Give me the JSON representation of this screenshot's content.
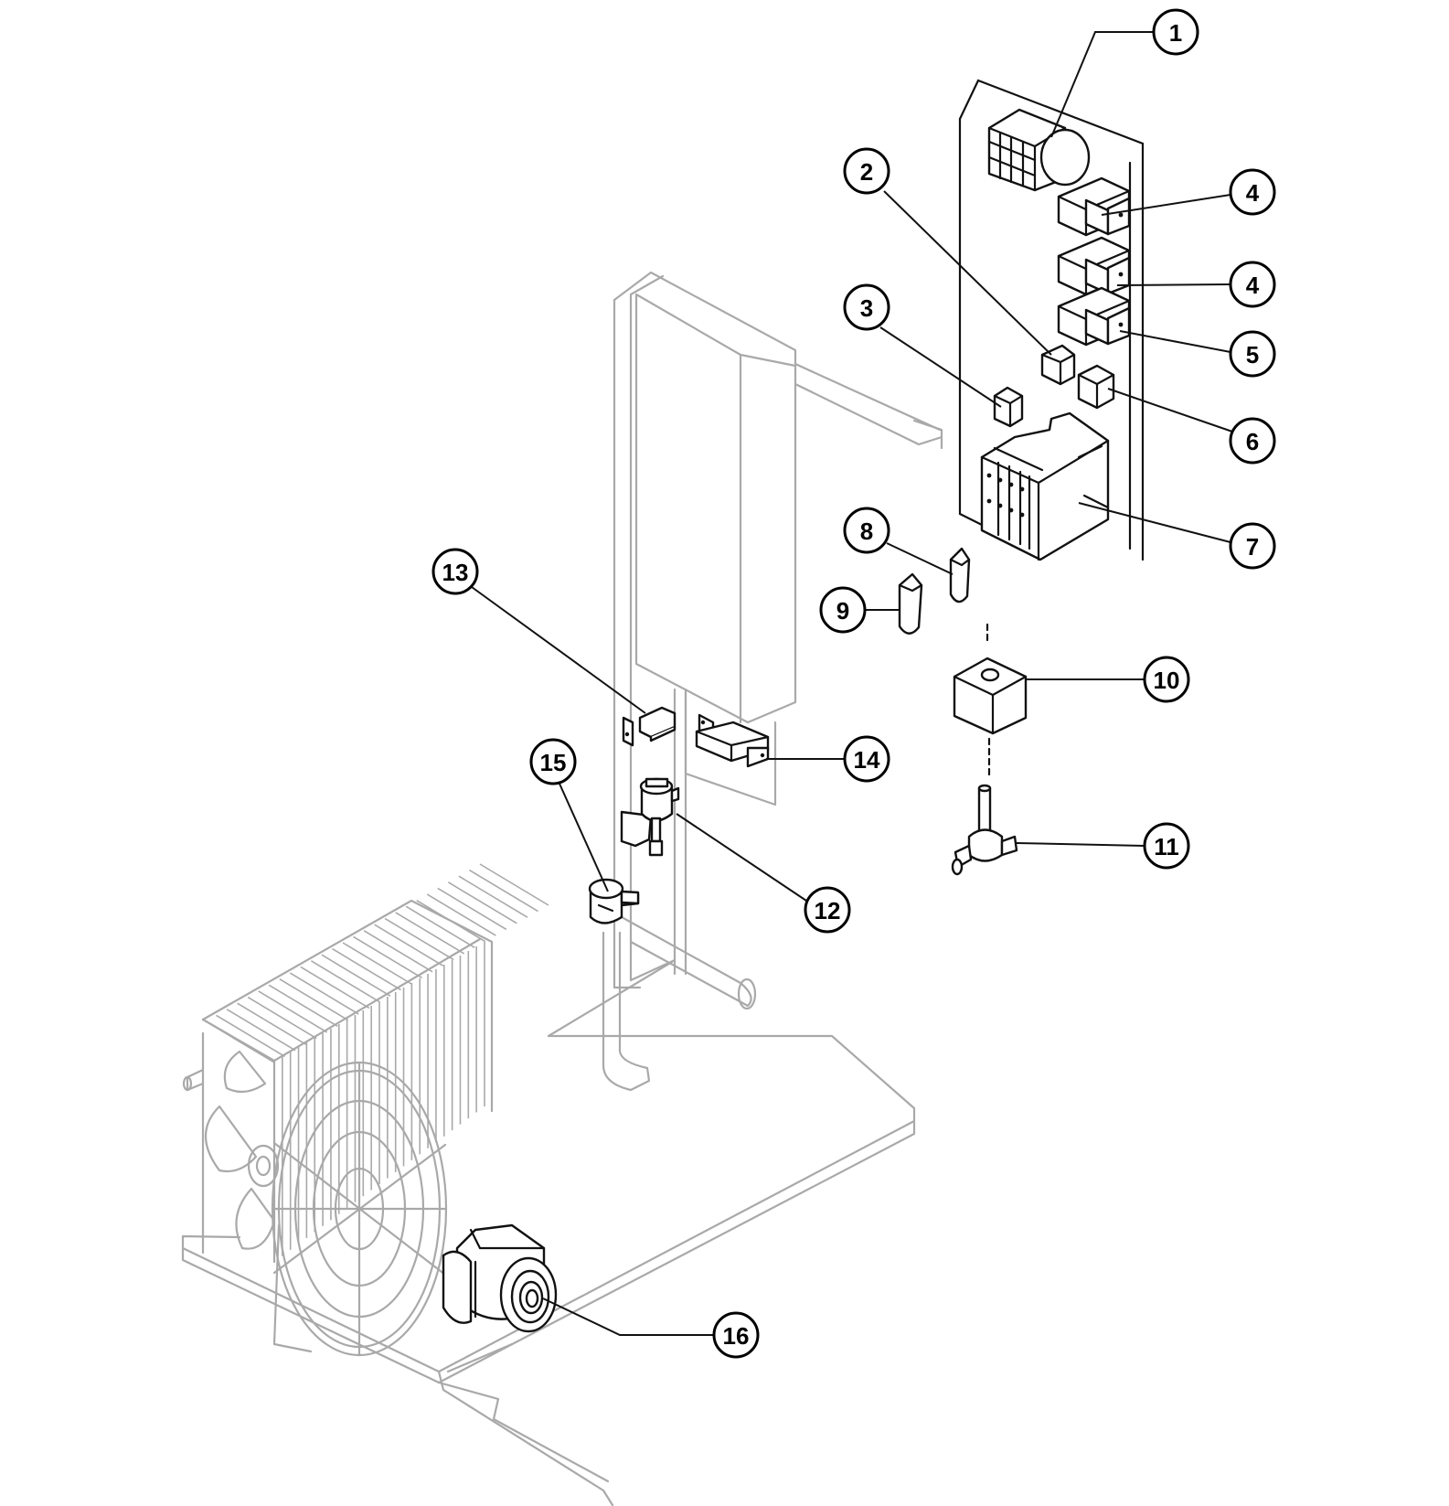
{
  "callouts": [
    {
      "label": "1"
    },
    {
      "label": "2"
    },
    {
      "label": "3"
    },
    {
      "label": "4"
    },
    {
      "label": "4"
    },
    {
      "label": "5"
    },
    {
      "label": "6"
    },
    {
      "label": "7"
    },
    {
      "label": "8"
    },
    {
      "label": "9"
    },
    {
      "label": "10"
    },
    {
      "label": "11"
    },
    {
      "label": "12"
    },
    {
      "label": "13"
    },
    {
      "label": "14"
    },
    {
      "label": "15"
    },
    {
      "label": "16"
    }
  ]
}
